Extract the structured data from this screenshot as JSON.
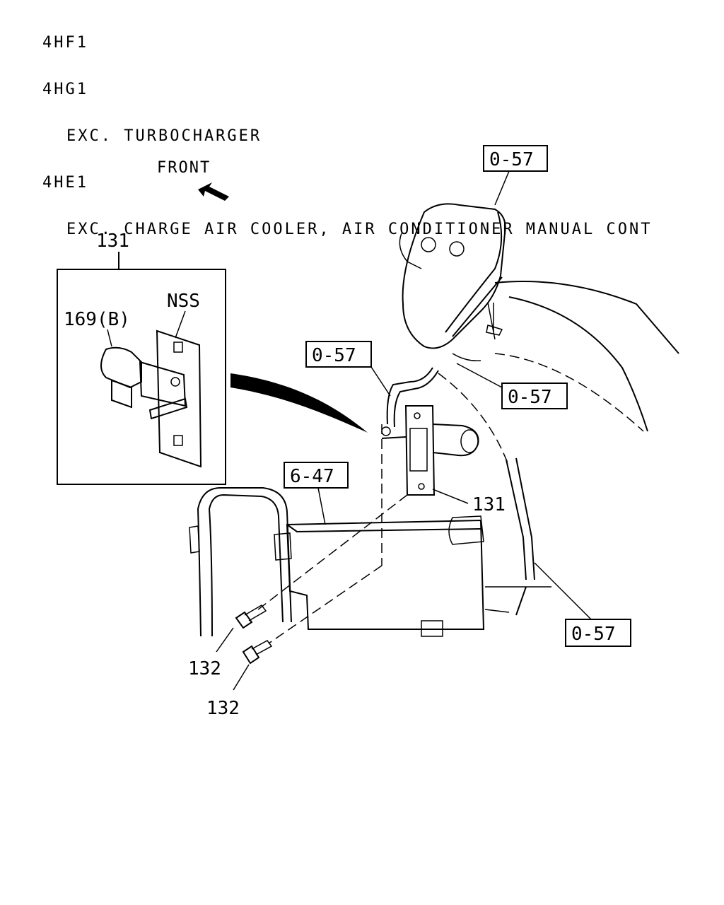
{
  "header": {
    "line1": "4HF1",
    "line2": "4HG1",
    "line3": "EXC. TURBOCHARGER",
    "line4": "4HE1",
    "line5": "EXC. CHARGE AIR COOLER, AIR CONDITIONER MANUAL CONT"
  },
  "labels": {
    "front": "FRONT",
    "detail_131": "131",
    "nss": "NSS",
    "part_169b": "169(B)",
    "ref_top": "0-57",
    "ref_left": "0-57",
    "ref_mid_right": "0-57",
    "ref_bottom_right": "0-57",
    "ref_6_47": "6-47",
    "part_131_main": "131",
    "bolt_132_a": "132",
    "bolt_132_b": "132"
  }
}
